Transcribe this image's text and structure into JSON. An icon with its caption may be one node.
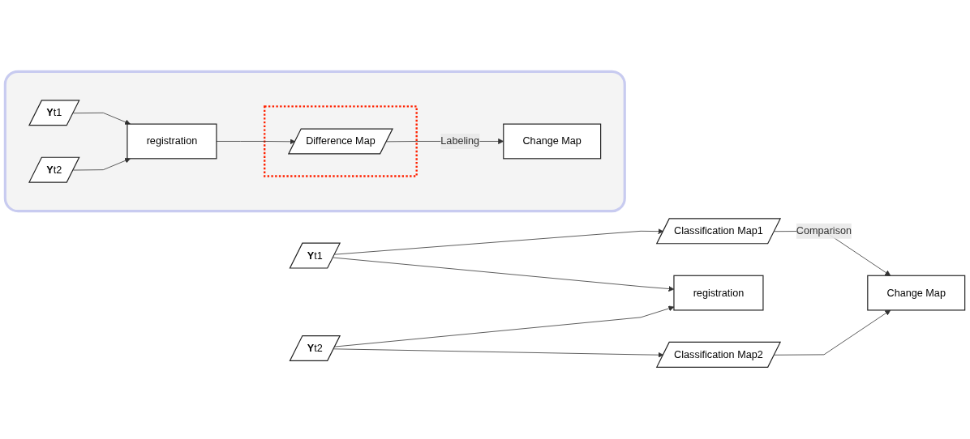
{
  "diagram": {
    "nodes": [
      {
        "text": [],
        "shape": "box"
      },
      {
        "text": [
          "**Y**t1"
        ],
        "in": 0
      },
      {
        "text": [
          "**Y**t2"
        ],
        "in": 0
      },
      {
        "text": [
          "registration"
        ],
        "in": 0
      },
      {
        "text": [],
        "shape": "box",
        "in": 0
      },
      {
        "text": [
          "Difference Map"
        ],
        "in": 4
      },
      {
        "text": [
          "Change Map"
        ],
        "in": 0
      },
      {
        "text": [
          "**Y**t1"
        ]
      },
      {
        "text": [
          "**Y**t2"
        ]
      },
      {
        "text": [
          "Classification Map1"
        ]
      },
      {
        "text": [
          "registration"
        ]
      },
      {
        "text": [
          "Classification Map2"
        ]
      },
      {
        "text": [
          "Change Map"
        ]
      }
    ],
    "edges": [
      {
        "from": 1,
        "to": 3,
        "arrow": "to"
      },
      {
        "from": 2,
        "to": 3,
        "arrow": "to"
      },
      {
        "from": 3,
        "to": 5,
        "arrow": "to"
      },
      {
        "from": 5,
        "to": 6,
        "arrow": "to",
        "label": "Labeling"
      },
      {
        "from": 7,
        "to": 9,
        "arrow": "to"
      },
      {
        "from": 7,
        "to": 10,
        "arrow": "to"
      },
      {
        "from": 8,
        "to": 10,
        "arrow": "to"
      },
      {
        "from": 8,
        "to": 11,
        "arrow": "to"
      },
      {
        "from": 9,
        "to": 12,
        "arrow": "to",
        "label": "Comparison"
      },
      {
        "from": 11,
        "to": 12,
        "arrow": "to"
      }
    ]
  }
}
